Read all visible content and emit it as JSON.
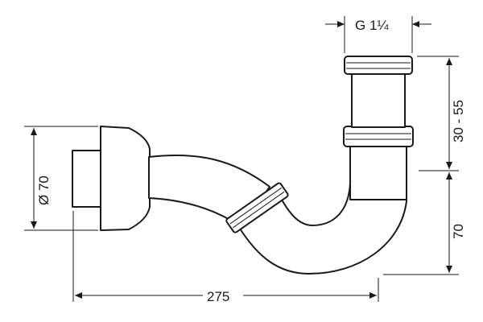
{
  "dimensions": {
    "thread": "G 1¼",
    "height_range": "30 - 55",
    "height_lower": "70",
    "diameter": "Ø 70",
    "length": "275"
  }
}
